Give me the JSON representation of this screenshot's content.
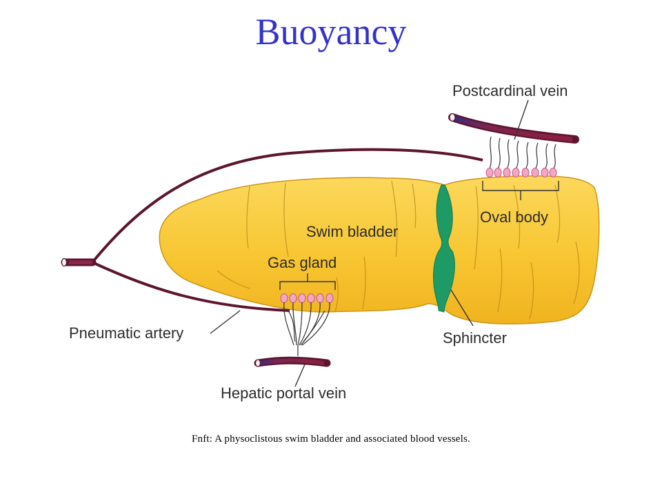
{
  "title": "Buoyancy",
  "labels": {
    "postcardinal_vein": "Postcardinal vein",
    "oval_body": "Oval body",
    "swim_bladder": "Swim bladder",
    "gas_gland": "Gas gland",
    "pneumatic_artery": "Pneumatic artery",
    "sphincter": "Sphincter",
    "hepatic_portal_vein": "Hepatic portal vein"
  },
  "caption": "Fnft: A physoclistous swim bladder and associated blood vessels.",
  "colors": {
    "title": "#3333cc",
    "bladder_fill": "#f7c631",
    "bladder_stroke": "#c9951a",
    "sphincter": "#1d9a66",
    "vessel_outer": "#5c1530",
    "vessel_inner": "#8a2448",
    "capillary_knob": "#f4a6c4"
  }
}
